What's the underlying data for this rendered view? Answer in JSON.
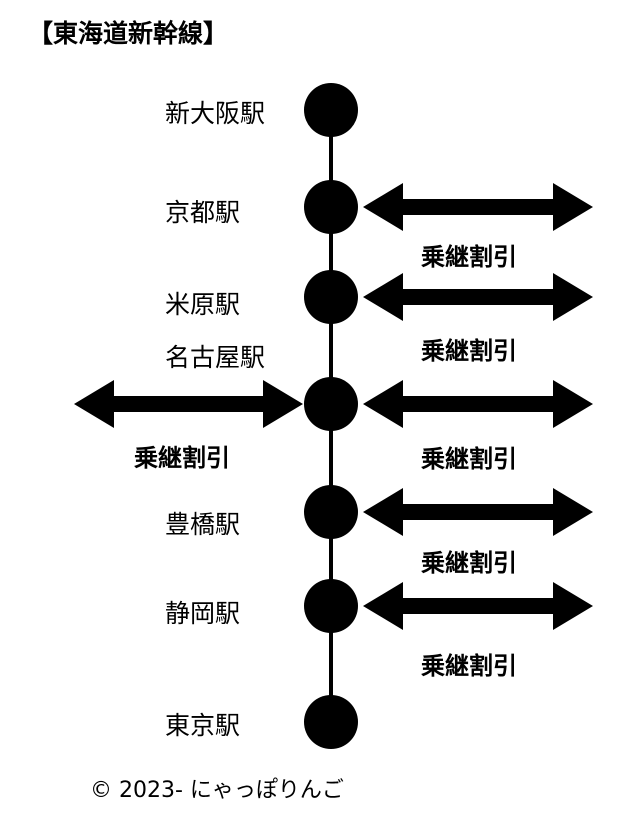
{
  "title": "【東海道新幹線】",
  "colors": {
    "ink": "#000000",
    "background": "#ffffff"
  },
  "stations": [
    {
      "name": "新大阪駅"
    },
    {
      "name": "京都駅"
    },
    {
      "name": "米原駅"
    },
    {
      "name": "名古屋駅"
    },
    {
      "name": "豊橋駅"
    },
    {
      "name": "静岡駅"
    },
    {
      "name": "東京駅"
    }
  ],
  "transfer_discount_label": "乗継割引",
  "transfer_discounts": [
    {
      "station": "京都駅",
      "side": "right",
      "label": "乗継割引"
    },
    {
      "station": "米原駅",
      "side": "right",
      "label": "乗継割引"
    },
    {
      "station": "名古屋駅",
      "side": "left",
      "label": "乗継割引"
    },
    {
      "station": "名古屋駅",
      "side": "right",
      "label": "乗継割引"
    },
    {
      "station": "豊橋駅",
      "side": "right",
      "label": "乗継割引"
    },
    {
      "station": "静岡駅",
      "side": "right",
      "label": "乗継割引"
    }
  ],
  "copyright": "© 2023- にゃっぽりんご"
}
